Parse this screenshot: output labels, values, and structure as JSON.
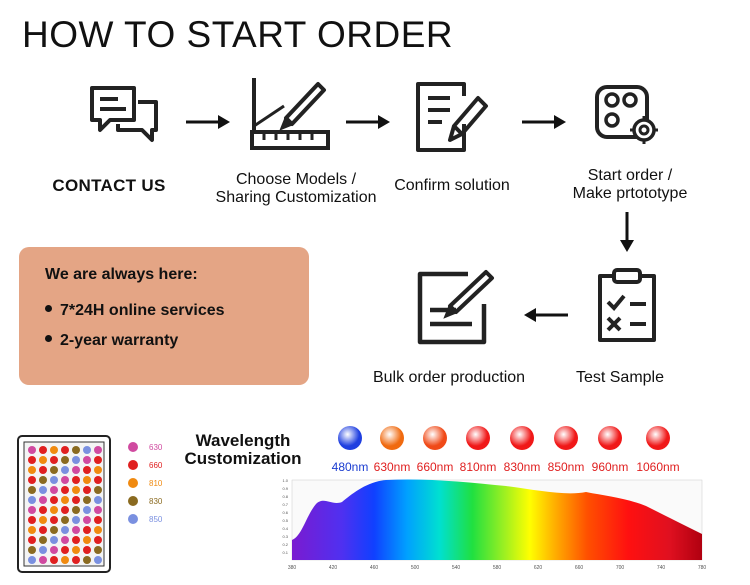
{
  "header": {
    "title": "HOW TO START ORDER"
  },
  "steps": [
    {
      "label": "CONTACT US",
      "icon": "chat-icon"
    },
    {
      "label_line1": "Choose Models /",
      "label_line2": "Sharing Customization",
      "icon": "design-tools-icon"
    },
    {
      "label": "Confirm solution",
      "icon": "document-edit-icon"
    },
    {
      "label_line1": "Start order /",
      "label_line2": "Make prtototype",
      "icon": "settings-circles-icon"
    },
    {
      "label": "Test Sample",
      "icon": "checklist-icon"
    },
    {
      "label": "Bulk order production",
      "icon": "edit-square-icon"
    }
  ],
  "info": {
    "title": "We are always here:",
    "items": [
      "7*24H online services",
      "2-year warranty"
    ]
  },
  "wavelength": {
    "title_line1": "Wavelength",
    "title_line2": "Customization",
    "items": [
      {
        "label": "480nm",
        "color": "#1f3fe0"
      },
      {
        "label": "630nm",
        "color": "#f06a10"
      },
      {
        "label": "660nm",
        "color": "#f04a18"
      },
      {
        "label": "810nm",
        "color": "#f01818"
      },
      {
        "label": "830nm",
        "color": "#f01818"
      },
      {
        "label": "850nm",
        "color": "#f01818"
      },
      {
        "label": "960nm",
        "color": "#f01818"
      },
      {
        "label": "1060nm",
        "color": "#f01818"
      }
    ]
  },
  "panel_legend": [
    {
      "label": "630",
      "color": "#d04aa0"
    },
    {
      "label": "660",
      "color": "#e02020"
    },
    {
      "label": "810",
      "color": "#f08a10"
    },
    {
      "label": "830",
      "color": "#8a6a20"
    },
    {
      "label": "850",
      "color": "#7a90e0"
    }
  ],
  "spectrum": {
    "x_ticks": [
      "380",
      "420",
      "460",
      "500",
      "540",
      "580",
      "620",
      "660",
      "700",
      "740",
      "780"
    ],
    "y_ticks": [
      "1.0",
      "0.9",
      "0.8",
      "0.7",
      "0.6",
      "0.5",
      "0.4",
      "0.3",
      "0.2",
      "0.1"
    ]
  }
}
